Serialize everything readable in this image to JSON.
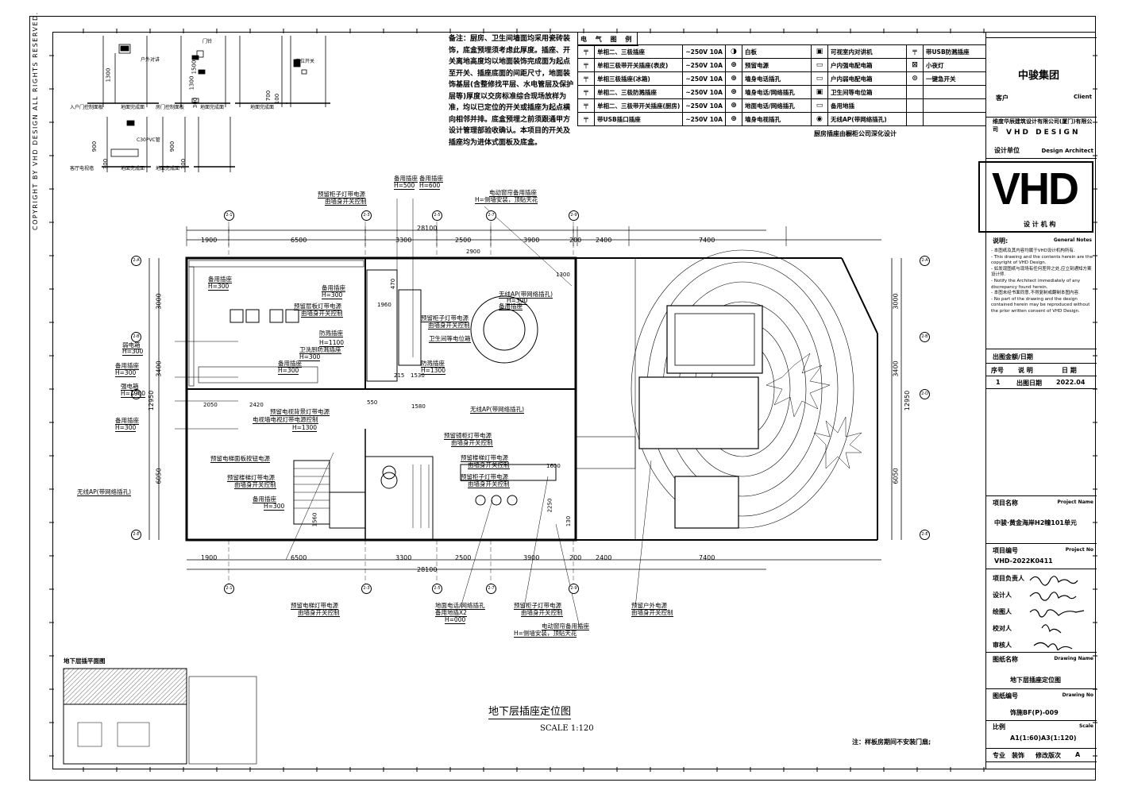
{
  "copyright": "COPYRIGHT BY VHD DESIGN ALL RIGHTS RESERVED.",
  "note": "备注：厨房、卫生间墙面均采用瓷砖装饰，底盒预埋须考虑此厚度。插座、开关离地高度均以地面装饰完成面为起点至开关、插座底面的间距尺寸，地面装饰基层(含整修找平层、水电管层及保护层等)厚度以交房标准综合现场放样为准，均以已定位的开关或插座为起点横向相邻并排。底盒预埋之前须跟通甲方设计管理部验收确认。本项目的开关及插座均为进体式面板及底盒。",
  "legend": {
    "title": "电 气 图 例",
    "rows": [
      [
        "单相二、三极插座",
        "~250V 10A",
        "白板",
        "可视室内对讲机",
        "带USB防溅插座"
      ],
      [
        "单相三极带开关插座(表皮)",
        "~250V 10A",
        "预留电源",
        "户内强电配电箱",
        "小夜灯"
      ],
      [
        "单相三极插座(冰箱)",
        "~250V 10A",
        "墙身电话插孔",
        "户内弱电配电箱",
        "一键急开关"
      ],
      [
        "单相二、三极防溅插座",
        "~250V 10A",
        "墙身电话/网络插孔",
        "卫生间等电位箱",
        ""
      ],
      [
        "单相二、三极带开关插座(厨房)",
        "~250V 10A",
        "地面电话/网络插孔",
        "备用地插",
        ""
      ],
      [
        "带USB插口插座",
        "~250V 10A",
        "墙身电视插孔",
        "无线AP(带网络插孔)",
        ""
      ]
    ],
    "footer": "厨房插座由橱柜公司深化设计"
  },
  "title_block": {
    "client_company": "中骏集团",
    "client_label": "客户",
    "client_en": "Client",
    "designer_company": "维度华辰建筑设计有限公司(厦门)有限公司",
    "designer_logo": "VHD DESIGN",
    "design_unit_label": "设计单位",
    "design_unit_en": "Design Architect",
    "agency_logo": "VHD",
    "agency_label": "设 计 机 构",
    "notes_label": "说明:",
    "notes_en": "General Notes",
    "notes_text": "- 本图纸及其内容均属于VHD设计机构所有.\n- This drawing and the contents herein are the copyright of VHD Design.\n- 如发现图纸与现场有任何差异之处,应立刻通知方案设计师.\n- Notify the Architect immediately of any discrepancy found herein.\n- 本图未经书面同意,不得复制或翻制本图内容.\n- No part of the drawing and the design contained herein may be reproduced without the prior written consent of VHD Design.",
    "issue_label": "出图金额/日期",
    "issue_cols": [
      "序号",
      "说 明",
      "日 期"
    ],
    "issue_row": [
      "1",
      "出图日期",
      "2022.04"
    ],
    "project_name_label": "项目名称",
    "project_name_en": "Project Name",
    "project_name": "中骏·黄金海岸H2幢101单元",
    "project_no_label": "项目编号",
    "project_no_en": "Project No",
    "project_no": "VHD-2022K0411",
    "roles": [
      "项目负责人",
      "设计人",
      "绘图人",
      "校对人",
      "审核人"
    ],
    "drawing_name_label": "图纸名称",
    "drawing_name_en": "Drawing Name",
    "drawing_name": "地下层插座定位图",
    "drawing_no_label": "图纸编号",
    "drawing_no_en": "Drawing No",
    "drawing_no": "饰施BF(P)-009",
    "scale_label": "比例",
    "scale_en": "Scale",
    "scale_value": "A1(1:60)A3(1:120)",
    "footer": [
      "专业",
      "装饰",
      "修改版次",
      "A"
    ]
  },
  "plan": {
    "title": "地下层插座定位图",
    "scale": "SCALE  1:120",
    "bottom_note": "注：样板房期间不安装门扇;",
    "key_plan_title": "地下层插平面图",
    "top_dims": [
      "1900",
      "6500",
      "3300",
      "2500",
      "3900",
      "200",
      "2400",
      "7400"
    ],
    "bottom_dims": [
      "1900",
      "6500",
      "3300",
      "2500",
      "3900",
      "200",
      "2400",
      "7400"
    ],
    "total_dim": "28100",
    "left_dims": [
      "3000",
      "3400",
      "12950",
      "6050"
    ],
    "right_dims": [
      "3000",
      "3400",
      "12950",
      "6050"
    ],
    "grid_top": [
      "2-1",
      "2-3",
      "2-5",
      "2-7",
      "2-9"
    ],
    "grid_bottom": [
      "2-1",
      "2-3",
      "2-5",
      "2-7",
      "2-9"
    ],
    "grid_left": [
      "2-A",
      "2-B",
      "2-D",
      "2-E"
    ],
    "grid_right": [
      "2-A",
      "2-B",
      "2-D",
      "2-E"
    ],
    "labels": [
      "备用插座",
      "H=500",
      "备用插座",
      "H=600",
      "预留柜子灯带电源",
      "由墙身开关控制",
      "电动窗帘备用插座",
      "H=侧墙安装，顶贴天花",
      "备用插座",
      "H=300",
      "备用插座",
      "H=300",
      "预留层板灯带电源",
      "由墙身开关控制",
      "预留柜子灯带电源",
      "由墙身开关控制",
      "无线AP(带网络插孔)",
      "备用插座",
      "H=300",
      "卫生间等电位箱",
      "防溅插座",
      "H=1100",
      "卫洗厨防溅插座",
      "H=300",
      "备用插座",
      "H=300",
      "防溅插座",
      "H=1300",
      "弱电箱",
      "H=300",
      "备用插座",
      "H=300",
      "强电箱",
      "H=1900",
      "备用插座",
      "H=300",
      "预留电视背景灯带电源",
      "电视墙电视灯带电源控制",
      "H=1300",
      "无线AP(带网络插孔)",
      "预留镜柜灯带电源",
      "由墙身开关控制",
      "预留电梯面板按钮电源",
      "预留楼梯灯带电源",
      "由墙身开关控制",
      "预留楼梯灯带电源",
      "由墙身开关控制",
      "预留柜子灯带电源",
      "由墙身开关控制",
      "无线AP(带网络插孔)",
      "备用插座",
      "H=300",
      "预留电梯灯带电源",
      "由墙身开关控制",
      "地面电话/网络插孔",
      "备用地插X2",
      "H=000",
      "预留柜子灯带电源",
      "由墙身开关控制",
      "预留户外电源",
      "由墙身开关控制",
      "电动窗帘备用插座",
      "H=侧墙安装，顶贴天花"
    ],
    "inner_dims": [
      "2900",
      "470",
      "1960",
      "1300",
      "215",
      "1530",
      "1580",
      "2050",
      "2420",
      "1600",
      "2250",
      "1560",
      "130",
      "550"
    ]
  },
  "small_diagram": {
    "labels": [
      "户外对讲",
      "门铃",
      "入户门控制面板",
      "地面完成面",
      "房门控制面板",
      "地面完成面",
      "定位开关",
      "地面完成面",
      "客厅电视墙",
      "地面完成面",
      "地面完成面",
      "C30PVC管"
    ],
    "dims": [
      "1300",
      "1500",
      "1300",
      "700",
      "900",
      "300",
      "900",
      "300",
      "300",
      "100"
    ]
  }
}
